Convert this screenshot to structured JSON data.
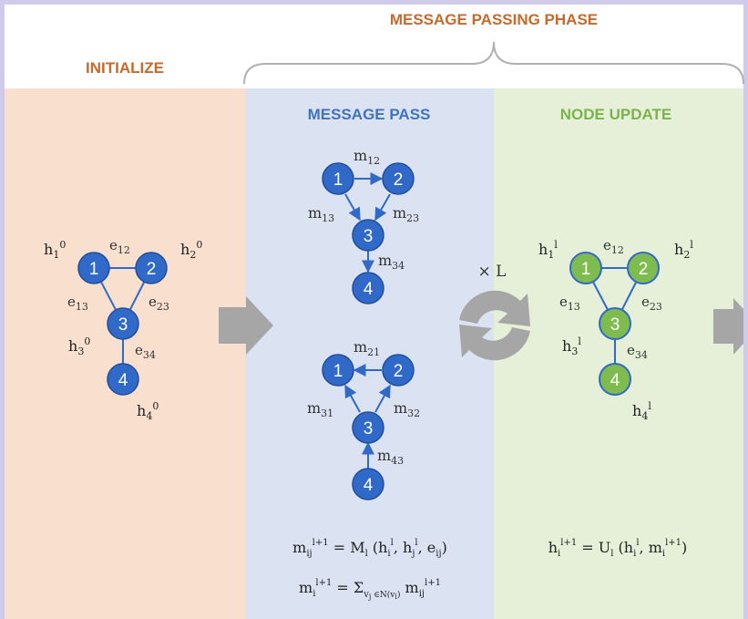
{
  "headers": {
    "initialize": "INITIALIZE",
    "message_passing_phase": "MESSAGE PASSING PHASE",
    "message_pass": "MESSAGE PASS",
    "node_update": "NODE UPDATE"
  },
  "colors": {
    "orange": "#c8692a",
    "blue_text": "#3f72c0",
    "green_text": "#78b548",
    "node_blue": "#3169c9",
    "node_green": "#7ebc4f",
    "initialize_bg": "#f9dfcd",
    "message_bg": "#dbe3f3",
    "update_bg": "#e6f0d9"
  },
  "nodes": {
    "n1": "1",
    "n2": "2",
    "n3": "3",
    "n4": "4"
  },
  "init_graph": {
    "h1": "h",
    "h1_sub": "1",
    "h1_sup": "0",
    "h2": "h",
    "h2_sub": "2",
    "h2_sup": "0",
    "h3": "h",
    "h3_sub": "3",
    "h3_sup": "0",
    "h4": "h",
    "h4_sub": "4",
    "h4_sup": "0",
    "e12": "e",
    "e12_sub": "12",
    "e13": "e",
    "e13_sub": "13",
    "e23": "e",
    "e23_sub": "23",
    "e34": "e",
    "e34_sub": "34"
  },
  "msg_graph_top": {
    "m12": "m",
    "m12_sub": "12",
    "m13": "m",
    "m13_sub": "13",
    "m23": "m",
    "m23_sub": "23",
    "m34": "m",
    "m34_sub": "34"
  },
  "msg_graph_bottom": {
    "m21": "m",
    "m21_sub": "21",
    "m31": "m",
    "m31_sub": "31",
    "m32": "m",
    "m32_sub": "32",
    "m43": "m",
    "m43_sub": "43"
  },
  "repeat_label": "× L",
  "update_graph": {
    "h1": "h",
    "h1_sub": "1",
    "h1_sup": "l",
    "h2": "h",
    "h2_sub": "2",
    "h2_sup": "l",
    "h3": "h",
    "h3_sub": "3",
    "h3_sup": "l",
    "h4": "h",
    "h4_sub": "4",
    "h4_sup": "l",
    "e12": "e",
    "e12_sub": "12",
    "e13": "e",
    "e13_sub": "13",
    "e23": "e",
    "e23_sub": "23",
    "e34": "e",
    "e34_sub": "34"
  },
  "formulas": {
    "message": {
      "lhs": "m",
      "lhs_sub": "ij",
      "lhs_sup": "l+1",
      "eq": " = M",
      "fn_sub": "l",
      "open": " (h",
      "a_sub": "i",
      "a_sup": "l",
      "comma1": ", h",
      "b_sub": "j",
      "b_sup": "l",
      "comma2": ", e",
      "c_sub": "ij",
      "close": ")"
    },
    "aggregate": {
      "lhs": "m",
      "lhs_sub": "i",
      "lhs_sup": "l+1",
      "eq": " = Σ",
      "sum_sub": "v",
      "sum_sub2": "j",
      "sum_sub_mid": " ∈N(v",
      "sum_sub3": "i",
      "sum_sub_end": ")",
      "term": " m",
      "term_sub": "ij",
      "term_sup": "l+1"
    },
    "update": {
      "lhs": "h",
      "lhs_sub": "i",
      "lhs_sup": "l+1",
      "eq": " = U",
      "fn_sub": "l",
      "open": " (h",
      "a_sub": "i",
      "a_sup": "l",
      "comma": ", m",
      "b_sub": "i",
      "b_sup": "l+1",
      "close": ")"
    }
  }
}
